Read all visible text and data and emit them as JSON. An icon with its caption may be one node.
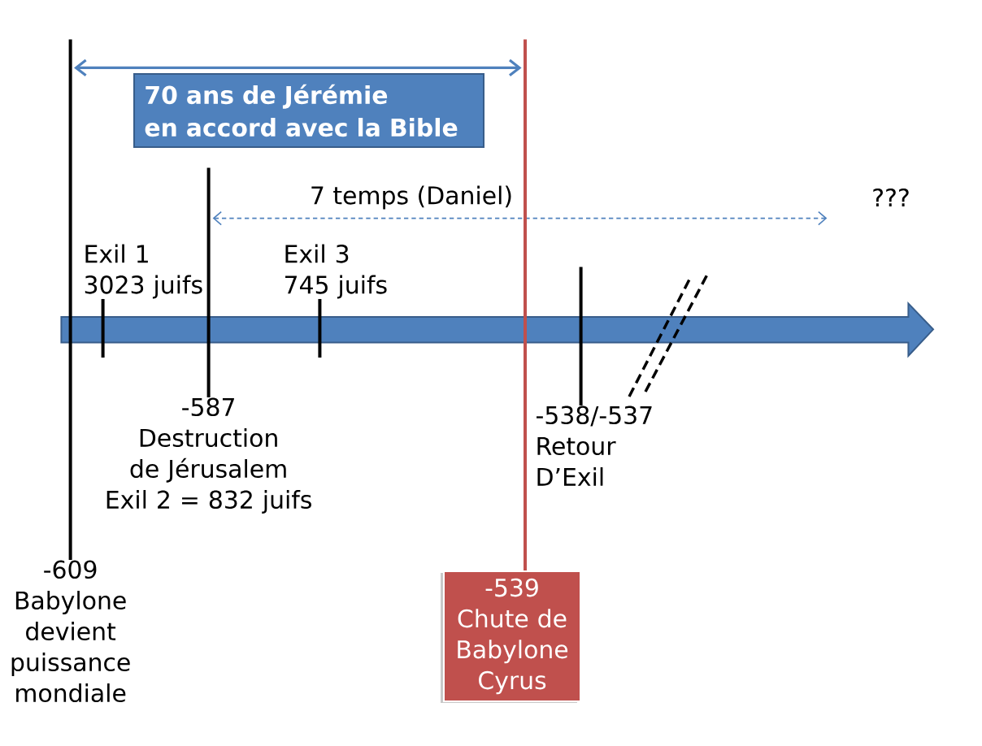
{
  "diagram": {
    "nodes": [
      {
        "text": [
          "70 ans de Jérémie",
          "en accord avec la Bible"
        ]
      },
      {
        "text": [
          "Exil 1",
          "3023 juifs"
        ]
      },
      {
        "text": [
          "Exil 3",
          "745 juifs"
        ]
      },
      {
        "text": [
          "-587",
          "Destruction de Jérusalem",
          "Exil 2 = 832 juifs"
        ]
      },
      {
        "text": [
          "-538/-537",
          "Retour D’Exil"
        ]
      },
      {
        "text": [
          "-609",
          "Babylone devient puissance mondiale"
        ]
      },
      {
        "text": [
          "-539",
          "Chute de Babylone Cyrus"
        ]
      }
    ],
    "edges": [
      {
        "from": 1,
        "to": null,
        "arrow": "none"
      },
      {
        "from": 2,
        "to": null,
        "arrow": "none"
      },
      {
        "from": 3,
        "to": null,
        "arrow": "none"
      },
      {
        "from": 4,
        "to": null,
        "arrow": "none"
      },
      {
        "from": 5,
        "to": null,
        "arrow": "none"
      },
      {
        "from": 6,
        "to": null,
        "arrow": "none",
        "color": "#c0504d"
      }
    ],
    "labels": [
      "7 temps (Daniel)",
      "???"
    ]
  }
}
